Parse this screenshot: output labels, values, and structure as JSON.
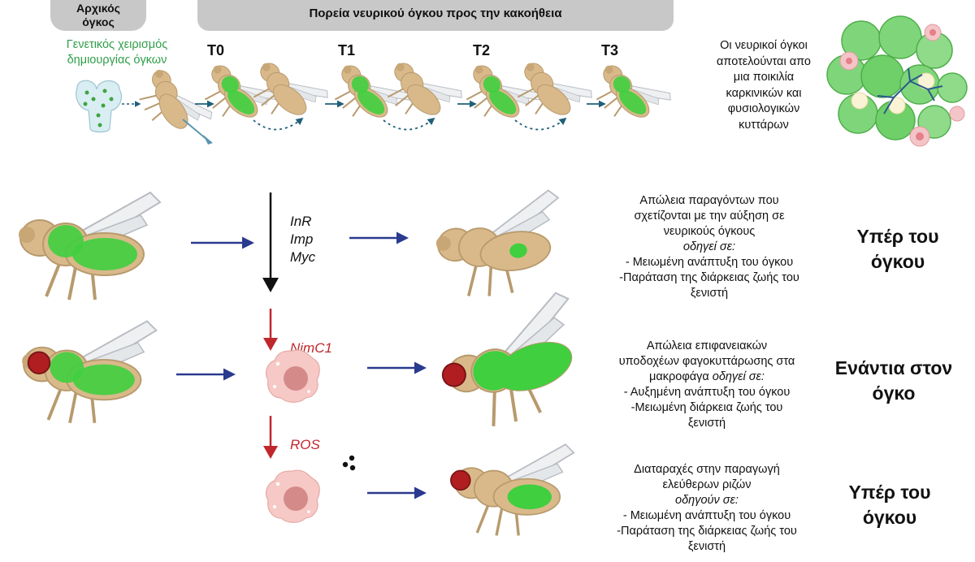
{
  "header": {
    "initial_tumor": [
      "Αρχικός",
      "όγκος"
    ],
    "course_title": "Πορεία νευρικού όγκου προς την κακοήθεια"
  },
  "genetic_label": [
    "Γενετικός χειρισμός",
    "δημιουργίας όγκων"
  ],
  "timepoints": [
    "T0",
    "T1",
    "T2",
    "T3"
  ],
  "tumor_composition": [
    "Οι νευρικοί όγκοι",
    "αποτελούνται απο",
    "μια ποικιλία",
    "καρκινικών και",
    "φυσιολογικών",
    "κυττάρων"
  ],
  "rows": [
    {
      "genes": [
        "InR",
        "Imp",
        "Myc"
      ],
      "desc": [
        "Απώλεια παραγόντων που",
        "σχετίζονται με την αύξηση σε",
        "νευρικούς όγκους"
      ],
      "leads": "οδηγεί σε:",
      "effects": [
        "- Μειωμένη ανάπτυξη του όγκου",
        "-Παράταση της διάρκειας ζωής του",
        "ξενιστή"
      ],
      "verdict": [
        "Υπέρ του",
        "όγκου"
      ]
    },
    {
      "genes": [
        "NimC1"
      ],
      "desc": [
        "Απώλεια επιφανειακών",
        "υποδοχέων φαγοκυττάρωσης στα"
      ],
      "desc_last": "μακροφάγα",
      "leads": "οδηγεί σε:",
      "effects": [
        "- Αυξημένη ανάπτυξη του όγκου",
        "-Μειωμένη διάρκεια ζωής του",
        "ξενιστή"
      ],
      "verdict": [
        "Ενάντια στον",
        "όγκο"
      ]
    },
    {
      "genes": [
        "ROS"
      ],
      "desc": [
        "Διαταραχές στην παραγωγή",
        "ελεύθερων ριζών"
      ],
      "leads": "οδηγούν σε:",
      "effects": [
        "-  Μειωμένη ανάπτυξη του όγκου",
        "-Παράταση της διάρκειας ζωής του",
        "ξενιστή"
      ],
      "verdict": [
        "Υπέρ του",
        "όγκου"
      ]
    }
  ],
  "colors": {
    "tumor_green": "#3fcf3f",
    "fly_body": "#d9b98a",
    "arrow_blue": "#2a3a8f",
    "arrow_red": "#c0272d",
    "macrophage": "#f6c9c6",
    "pill_gray": "#c8c8c8"
  }
}
